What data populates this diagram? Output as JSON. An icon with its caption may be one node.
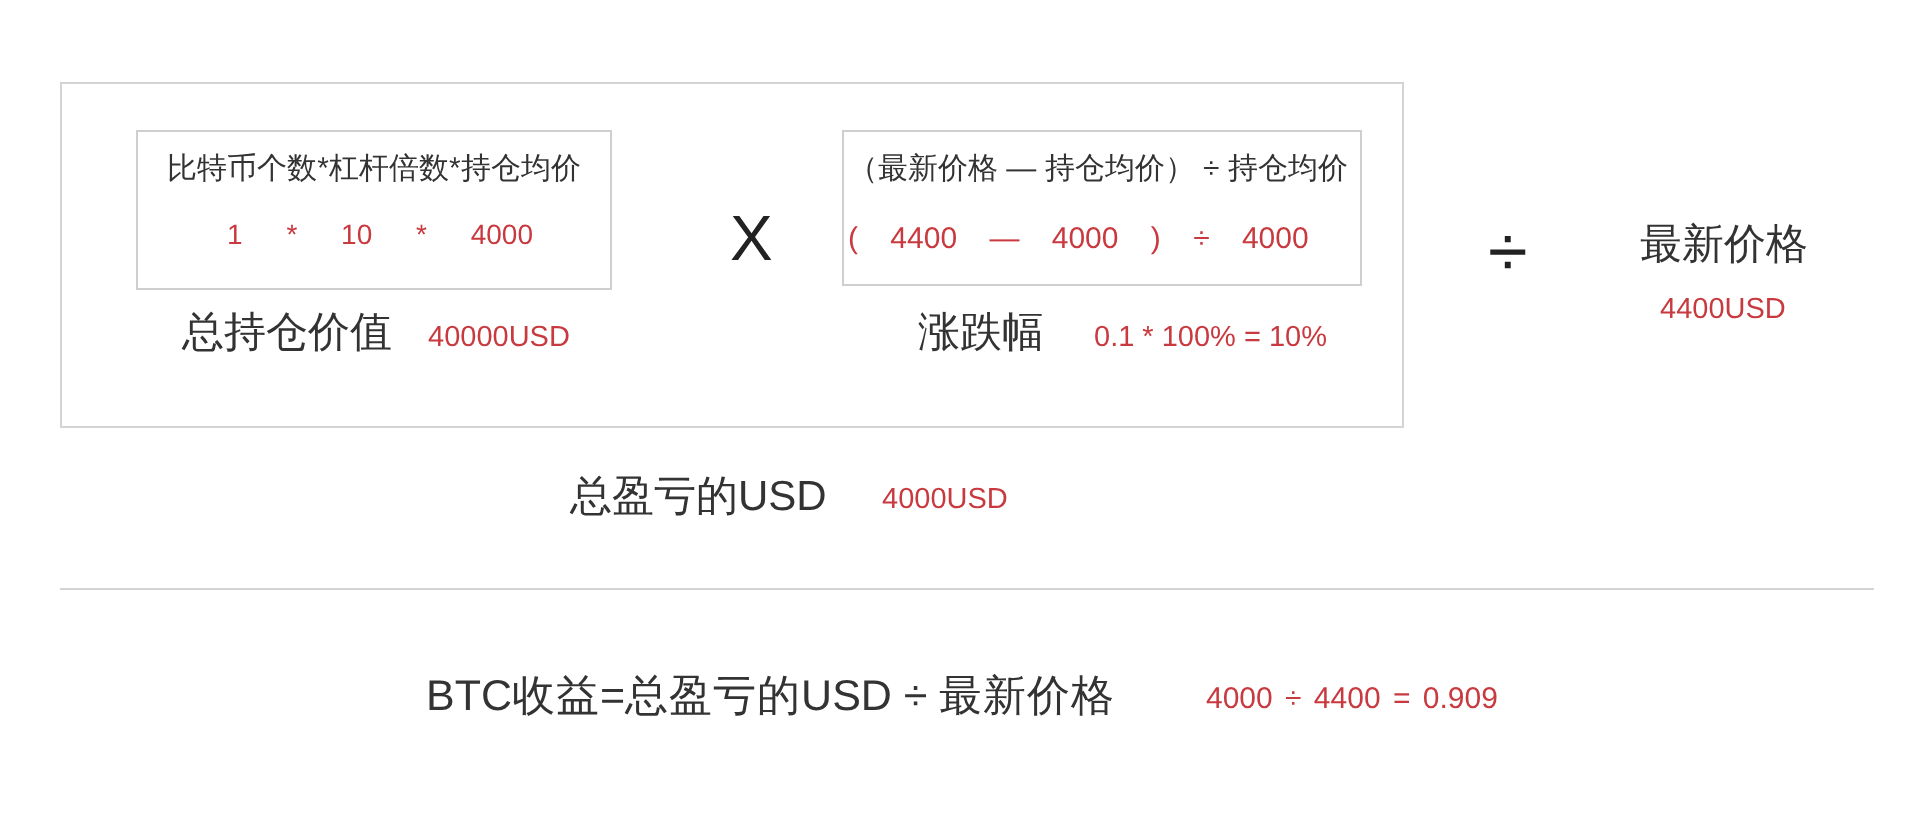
{
  "diagram": {
    "nodes": [
      {
        "text": [],
        "shape": "box",
        "beside": [
          "总盈亏的USD",
          "4000USD"
        ]
      },
      {
        "text": [
          "比特币个数*杠杆倍数*持仓均价",
          "1 * 10 * 4000"
        ],
        "in": 0,
        "beside": [
          "总持仓价值",
          "40000USD"
        ]
      },
      {
        "text": [
          "（最新价格 — 持仓均价） ÷ 持仓均价",
          "( 4400 — 4000 ) ÷ 4000"
        ],
        "in": 0,
        "beside": [
          "涨跌幅",
          "0.1 * 100% = 10%"
        ]
      }
    ],
    "labels": [
      "X",
      "÷",
      "最新价格",
      "4400USD",
      "BTC收益=总盈亏的USD ÷ 最新价格",
      "4000 ÷ 4400 = 0.909"
    ]
  }
}
